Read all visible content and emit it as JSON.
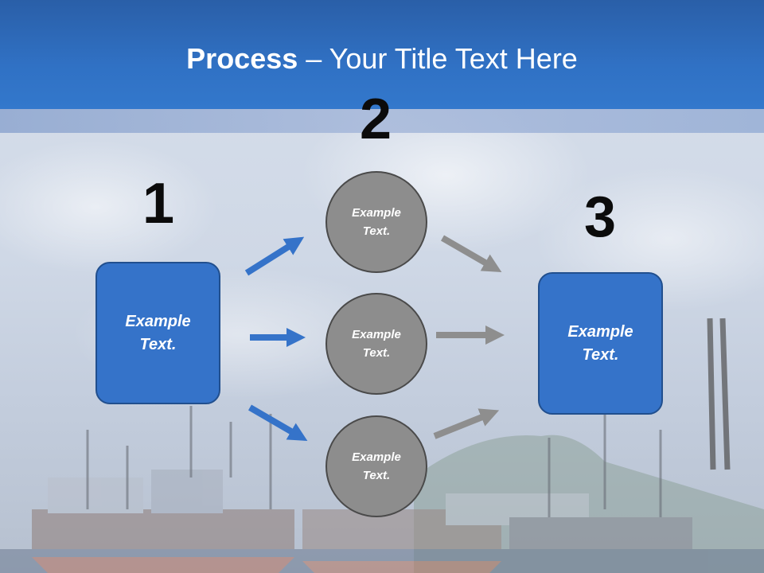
{
  "slide": {
    "title_bold": "Process",
    "title_rest": " – Your Title Text Here"
  },
  "steps": {
    "one": "1",
    "two": "2",
    "three": "3"
  },
  "nodes": {
    "left_box": "Example Text.",
    "circle_top": "Example Text.",
    "circle_middle": "Example Text.",
    "circle_bottom": "Example Text.",
    "right_box": "Example Text."
  },
  "colors": {
    "header": "#3071c4",
    "box_fill": "#3573c9",
    "circle_fill": "#8d8d8d",
    "arrow_blue": "#3573c9",
    "arrow_gray": "#8e8e8e"
  }
}
